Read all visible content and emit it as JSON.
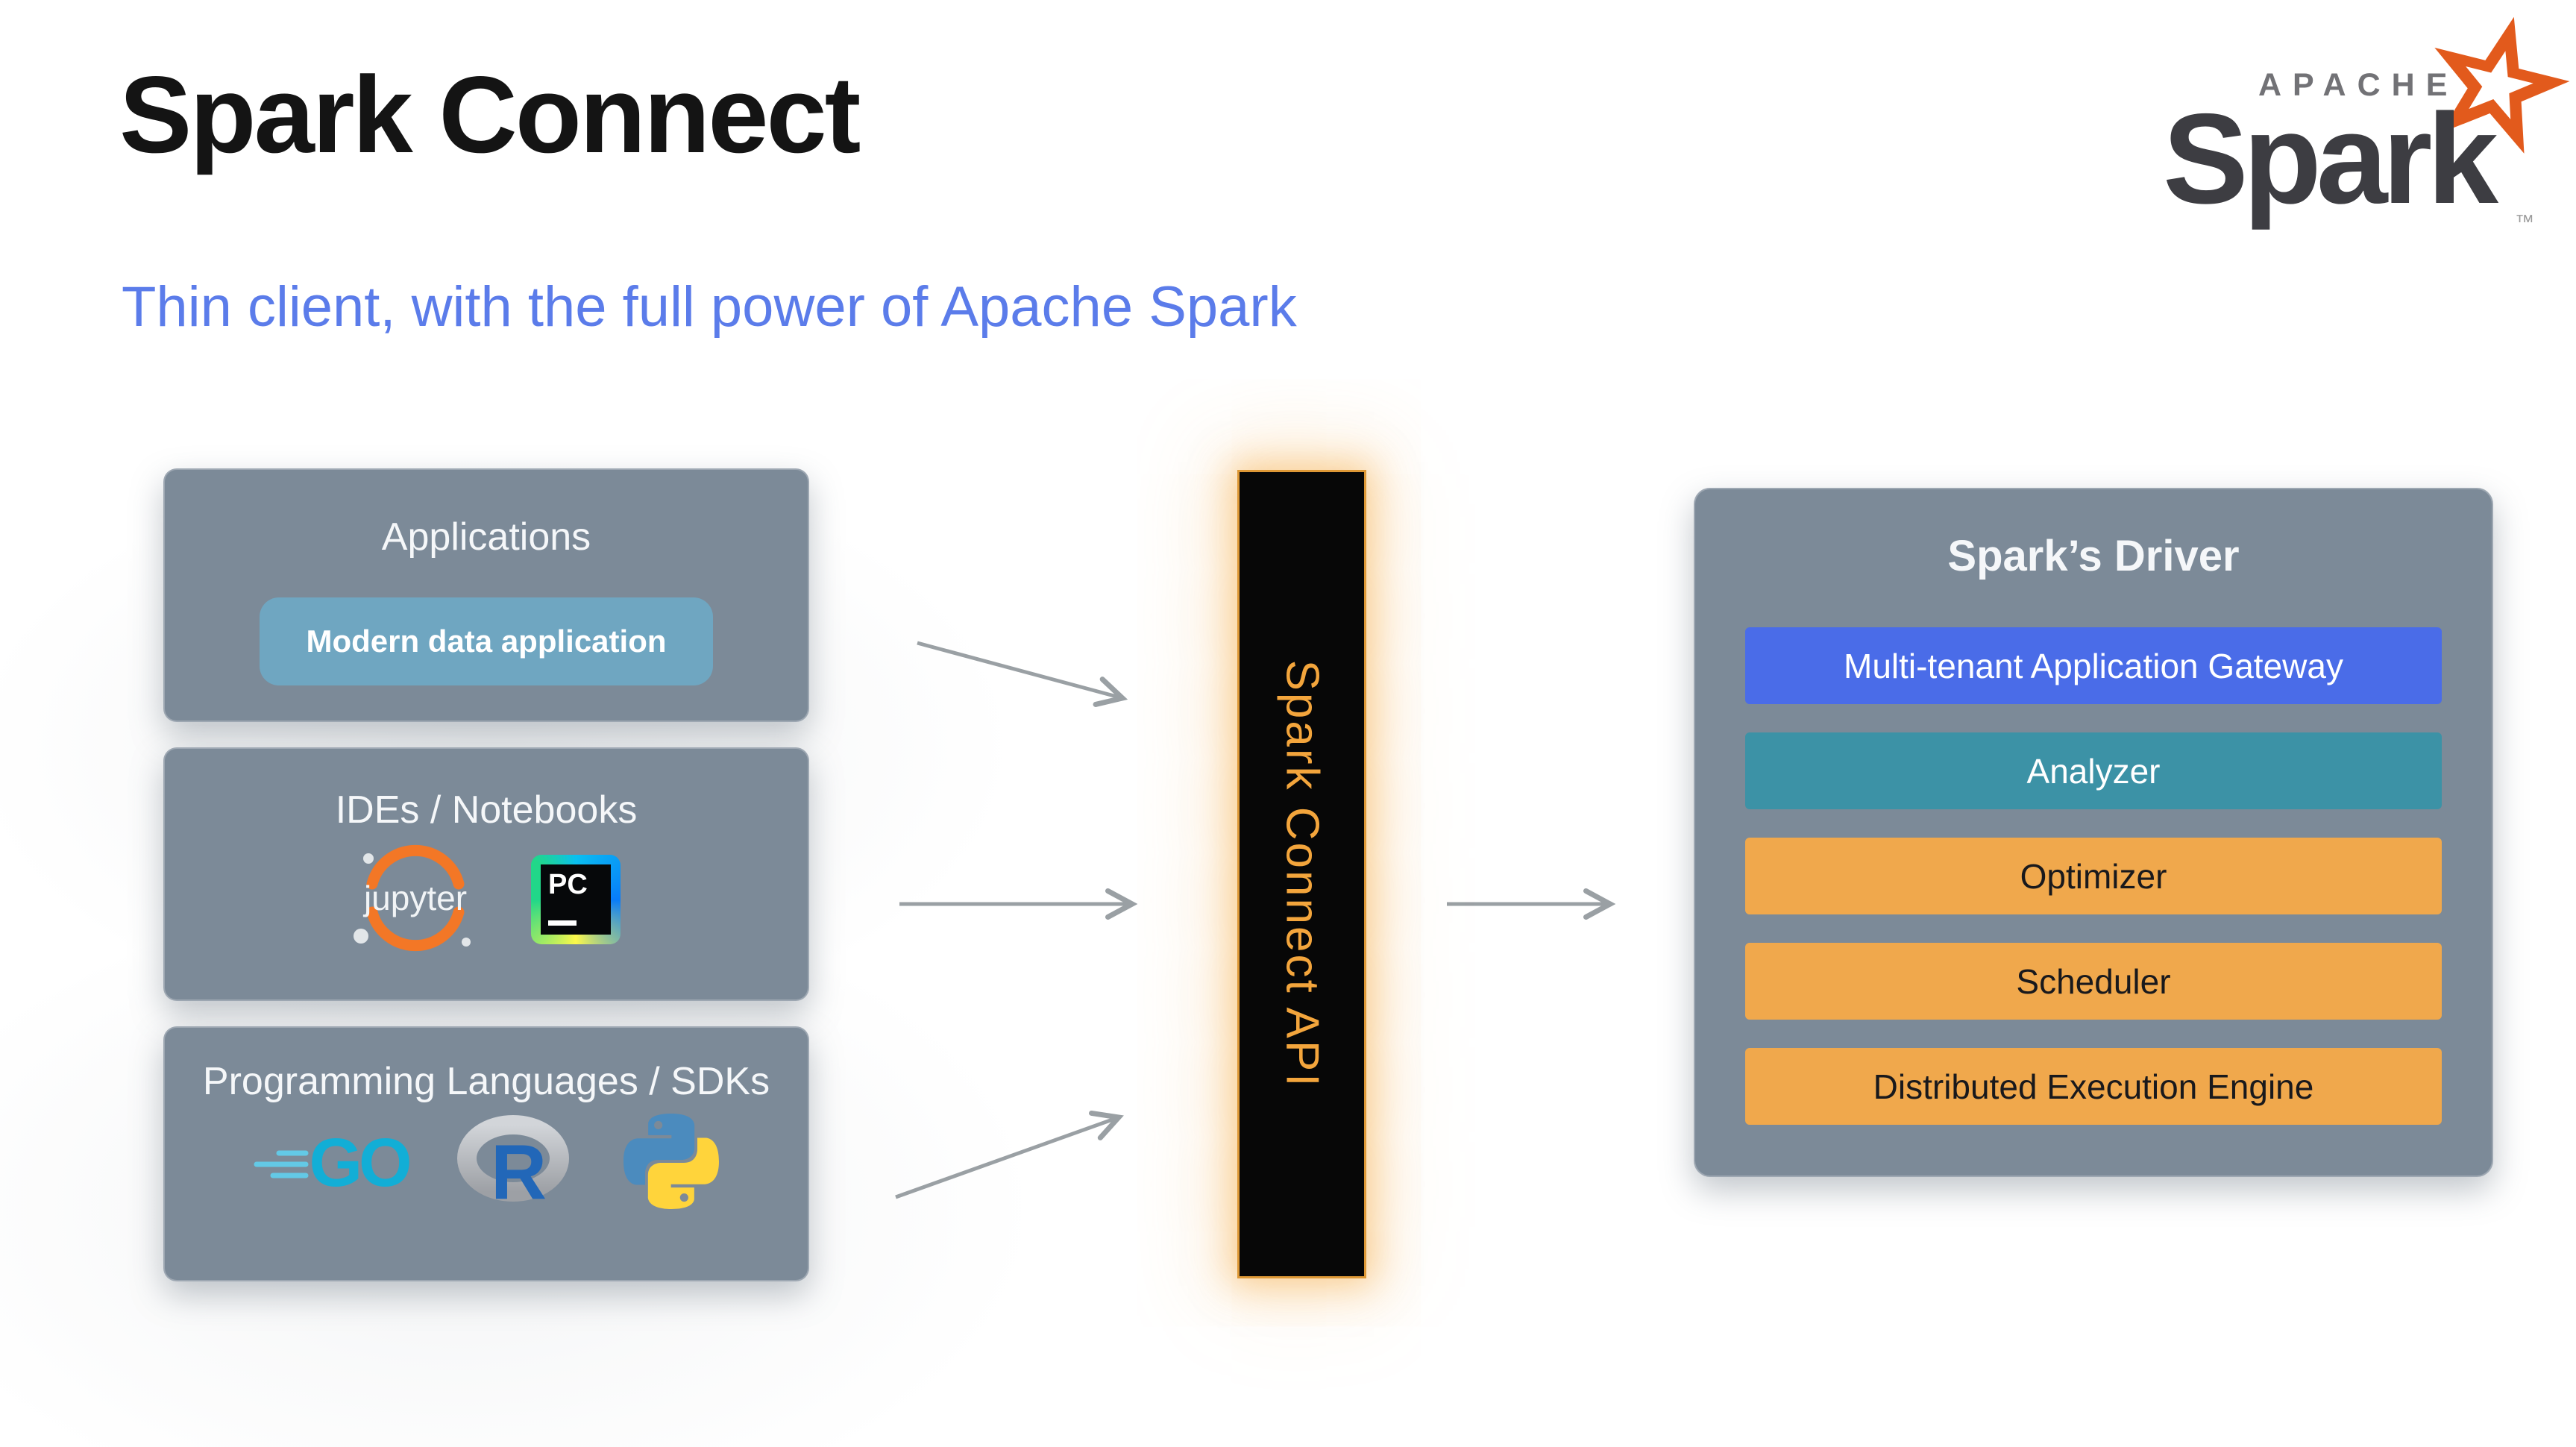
{
  "slide": {
    "title": "Spark Connect",
    "subtitle": "Thin client, with the full power of Apache Spark"
  },
  "brand": {
    "apache": "APACHE",
    "wordmark": "Spark",
    "trademark": "™",
    "star_color": "#E25A1C"
  },
  "left_column": {
    "boxes": [
      {
        "title": "Applications",
        "chip": "Modern data application"
      },
      {
        "title": "IDEs / Notebooks",
        "jupyter_label": "jupyter",
        "pycharm_label": "PC",
        "icons": [
          "jupyter-logo",
          "pycharm-logo"
        ]
      },
      {
        "title": "Programming Languages / SDKs",
        "go_label": "GO",
        "r_label": "R",
        "icons": [
          "go-logo",
          "r-logo",
          "python-logo"
        ]
      }
    ]
  },
  "connector": {
    "label": "Spark Connect API",
    "text_color": "#F3A53C",
    "background": "#070707"
  },
  "driver": {
    "title": "Spark’s Driver",
    "layers": [
      {
        "label": "Multi-tenant Application Gateway",
        "color": "#4A6CE8",
        "text_color": "#FFFFFF"
      },
      {
        "label": "Analyzer",
        "color": "#3C92A6",
        "text_color": "#FFFFFF"
      },
      {
        "label": "Optimizer",
        "color": "#F0A84C",
        "text_color": "#19191C"
      },
      {
        "label": "Scheduler",
        "color": "#F0A84C",
        "text_color": "#19191C"
      },
      {
        "label": "Distributed Execution Engine",
        "color": "#F0A84C",
        "text_color": "#19191C"
      }
    ]
  },
  "colors": {
    "subtitle_blue": "#5B7CEA",
    "panel_slate": "#7C8A98",
    "chip_blue": "#6FA6C1",
    "jupyter_orange": "#F37726",
    "arrow_gray": "#9AA0A4"
  }
}
